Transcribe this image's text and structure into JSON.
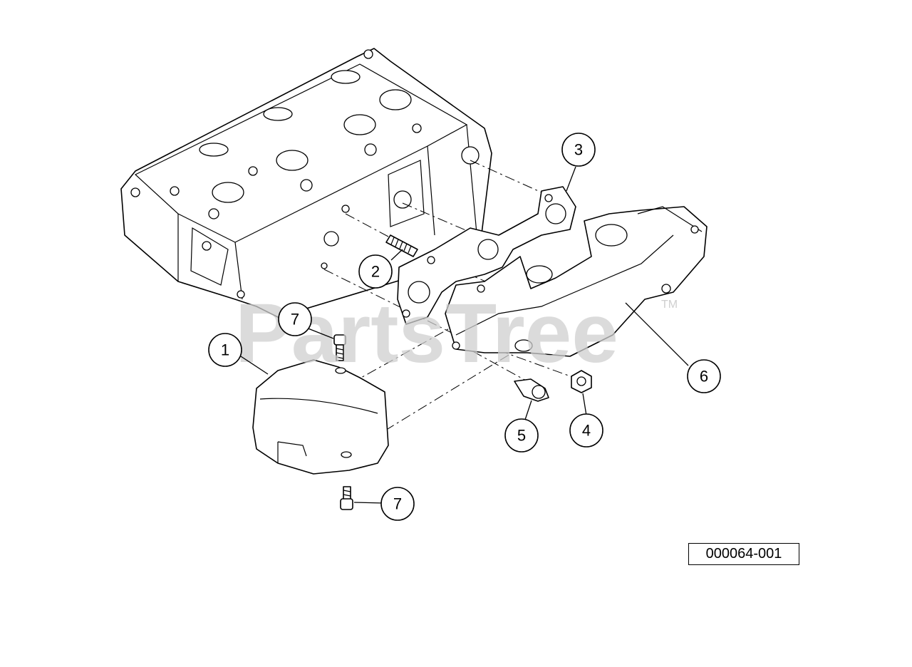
{
  "diagram": {
    "reference_number": "000064-001",
    "watermark": "PartsTree",
    "watermark_tm": "TM",
    "callouts": [
      "1",
      "2",
      "3",
      "4",
      "5",
      "6",
      "7",
      "7"
    ]
  },
  "colors": {
    "line": "#000000",
    "watermark": "#cfcfcf",
    "background": "#ffffff"
  }
}
